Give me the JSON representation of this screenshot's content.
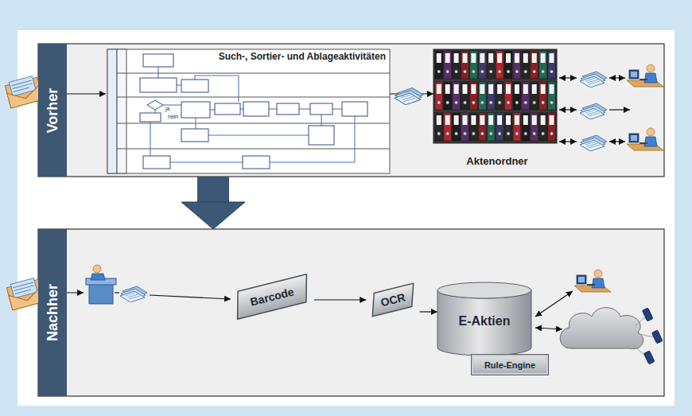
{
  "diagram": {
    "nodes": [
      {
        "text": [
          "Vorher"
        ]
      },
      {
        "text": [
          "Such-, Sortier- und Ablageaktivitäten"
        ],
        "in": 0
      },
      {
        "text": [
          "Aktenordner"
        ],
        "in": 0
      },
      {
        "text": [
          "Nachher"
        ]
      },
      {
        "text": [
          "Barcode"
        ],
        "in": 3
      },
      {
        "text": [
          "OCR"
        ],
        "in": 3
      },
      {
        "text": [
          "E-Aktien"
        ],
        "in": 3
      },
      {
        "text": [
          "Rule-Engine"
        ],
        "in": 3
      }
    ],
    "edges": [
      {
        "from": 1,
        "to": 2,
        "arrow": "to"
      },
      {
        "from": 0,
        "to": 3,
        "arrow": "to"
      },
      {
        "from": 4,
        "to": 5,
        "arrow": "to"
      },
      {
        "from": 5,
        "to": 6,
        "arrow": "to"
      }
    ],
    "labels": [
      "ja",
      "nein"
    ]
  }
}
